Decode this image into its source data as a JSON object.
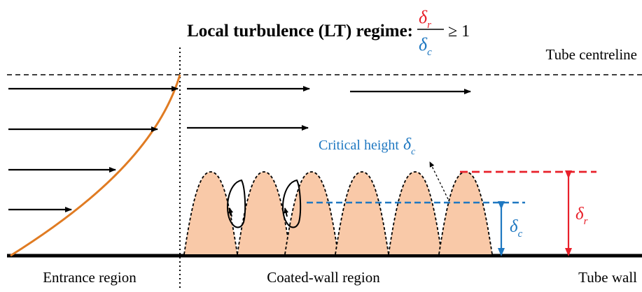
{
  "title": {
    "text": "Local turbulence (LT) regime:",
    "frac_numerator_symbol": "δ",
    "frac_numerator_sub": "r",
    "frac_denominator_symbol": "δ",
    "frac_denominator_sub": "c",
    "relation": "≥ 1"
  },
  "labels": {
    "tube_centreline": "Tube centreline",
    "tube_wall": "Tube wall",
    "entrance_region": "Entrance region",
    "coated_wall_region": "Coated-wall region",
    "critical_height": "Critical height",
    "critical_height_symbol": "δ",
    "critical_height_sub": "c",
    "delta_c_symbol": "δ",
    "delta_c_sub": "c",
    "delta_r_symbol": "δ",
    "delta_r_sub": "r"
  },
  "colors": {
    "roughness_fill": "#f9c9a8",
    "profile_curve": "#e07b22",
    "delta_r": "#e8202a",
    "delta_c": "#1f78c1",
    "line": "#000000"
  }
}
